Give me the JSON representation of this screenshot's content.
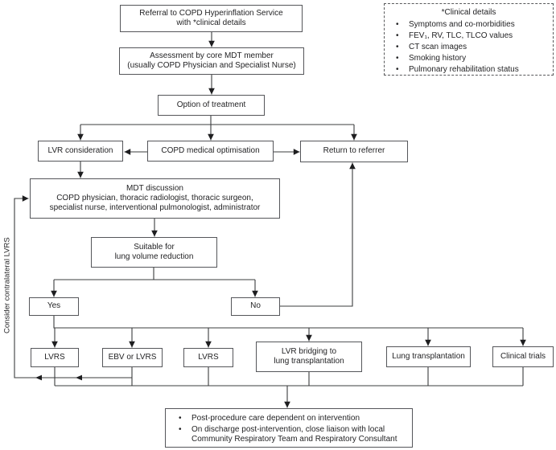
{
  "palette": {
    "line": "#3b3c3e",
    "arrow": "#1e1e20",
    "border": "#55565a",
    "text": "#232325",
    "background": "#ffffff"
  },
  "left_label": "Consider contralateral LVRS",
  "glyphs": {
    "bullet": "•"
  },
  "nodes": {
    "referral": "Referral to COPD Hyperinflation Service\nwith *clinical details",
    "assessment": "Assessment by core MDT member\n(usually COPD Physician and Specialist Nurse)",
    "option": "Option of treatment",
    "lvr_consideration": "LVR consideration",
    "copd_optimisation": "COPD medical optimisation",
    "return_referrer": "Return to referrer",
    "mdt": "MDT discussion\nCOPD physician, thoracic radiologist, thoracic surgeon,\nspecialist nurse, interventional pulmonologist, administrator",
    "suitable": "Suitable for\nlung volume reduction",
    "yes": "Yes",
    "no": "No",
    "lvrs_1": "LVRS",
    "ebv_lvrs": "EBV or LVRS",
    "lvrs_2": "LVRS",
    "bridging": "LVR bridging to\nlung transplantation",
    "lung_transplant": "Lung transplantation",
    "clinical_trials": "Clinical trials"
  },
  "clinical_details": {
    "title": "*Clinical details",
    "items": [
      "Symptoms and co-morbidities",
      "FEV₁, RV, TLC, TLCO values",
      "CT scan images",
      "Smoking history",
      "Pulmonary rehabilitation status"
    ]
  },
  "post_care": {
    "items": [
      "Post-procedure care dependent on intervention",
      "On discharge post-intervention, close liaison with local\nCommunity Respiratory Team and Respiratory Consultant"
    ]
  }
}
